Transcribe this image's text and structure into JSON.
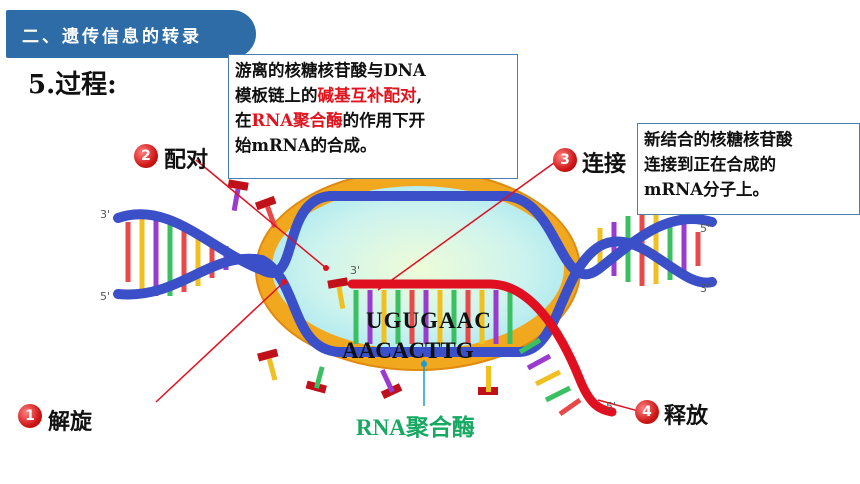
{
  "header": {
    "title": "二、遗传信息的转录"
  },
  "step_title": "5.过程:",
  "callout_1": {
    "line1": "游离的核糖核苷酸与DNA",
    "line2_a": "模板链上的",
    "line2_b": "碱基互补配对",
    "line2_c": ",",
    "line3_a": "在",
    "line3_b": "RNA聚合酶",
    "line3_c": "的作用下开",
    "line4": "始mRNA的合成。"
  },
  "callout_2": {
    "line1": "新结合的核糖核苷酸",
    "line2": "连接到正在合成的",
    "line3": "mRNA分子上。"
  },
  "steps": [
    {
      "num": "1",
      "label": "解旋"
    },
    {
      "num": "2",
      "label": "配对"
    },
    {
      "num": "3",
      "label": "连接"
    },
    {
      "num": "4",
      "label": "释放"
    }
  ],
  "rna_bases": "UGUGAAC",
  "dna_bases": "AACACTTG",
  "enzyme_label": "RNA聚合酶",
  "ends": {
    "three_prime": "3'",
    "five_prime": "5'"
  },
  "colors": {
    "header": "#2e6ca8",
    "accent_red": "#e0141e",
    "enzyme_green": "#17a862",
    "dna_blue": "#3a4fc8",
    "rna_red": "#e01020"
  }
}
